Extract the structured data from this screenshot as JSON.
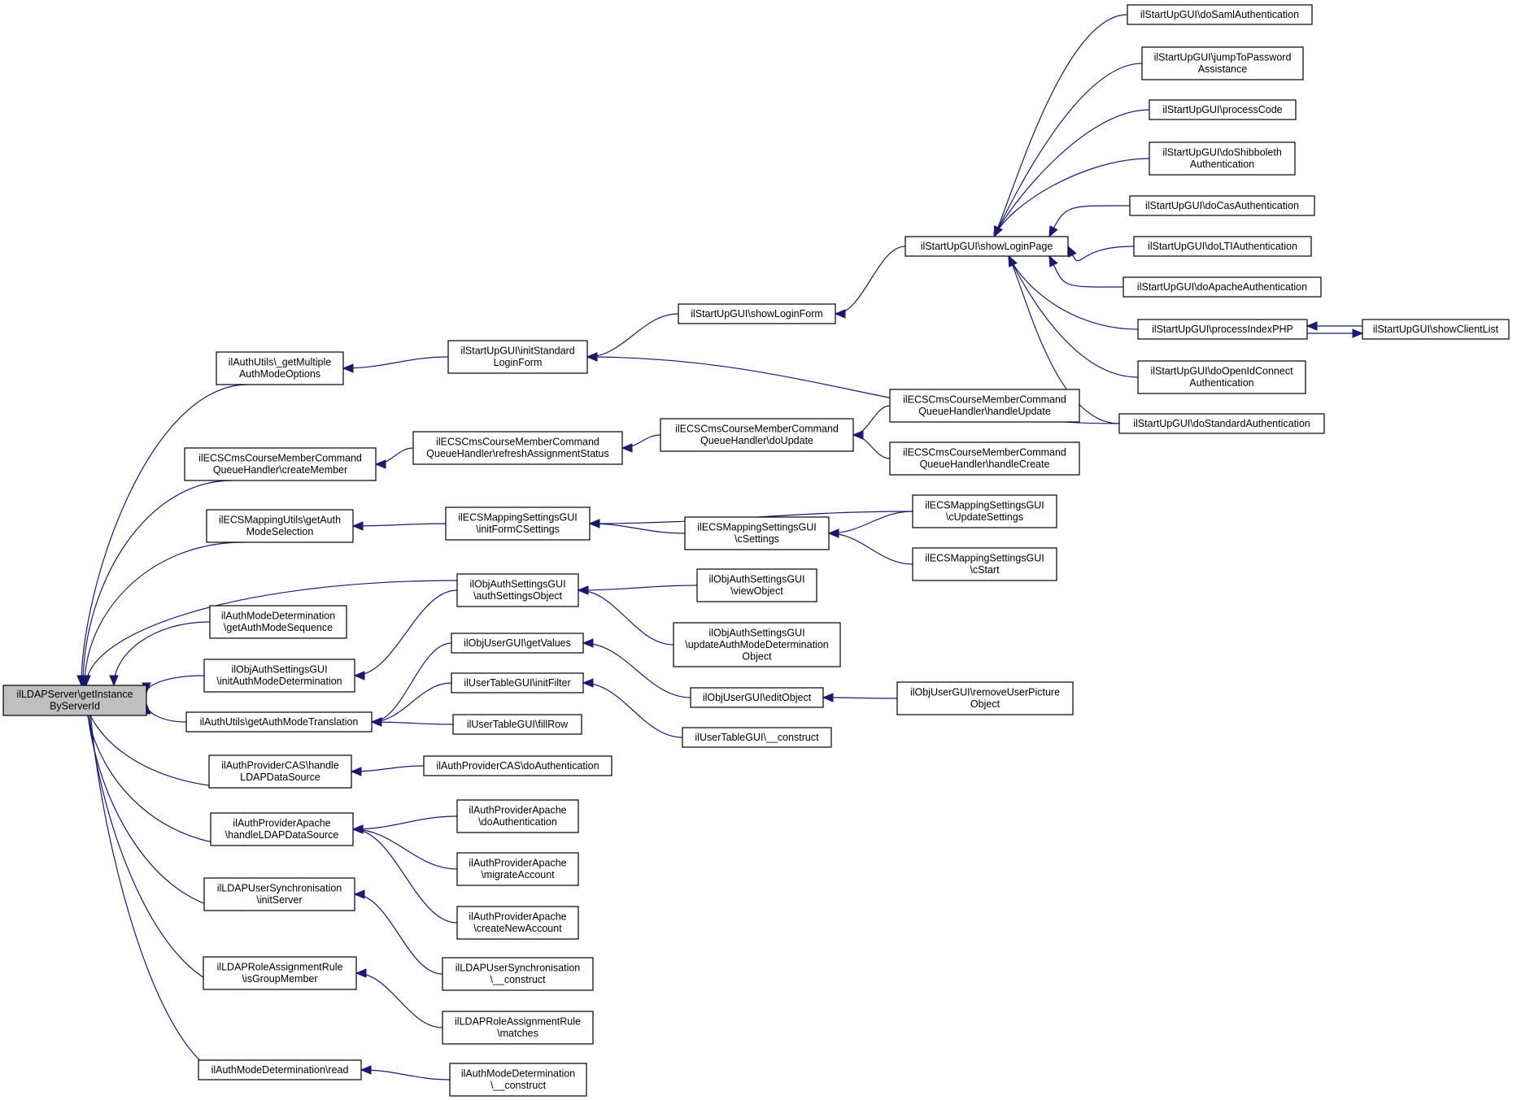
{
  "graph": {
    "nodes": [
      {
        "id": "root",
        "lines": [
          "ilLDAPServer\\getInstance",
          "ByServerId"
        ],
        "root": true
      },
      {
        "id": "a1",
        "lines": [
          "ilAuthUtils\\_getMultiple",
          "AuthModeOptions"
        ]
      },
      {
        "id": "a2",
        "lines": [
          "ilECSCmsCourseMemberCommand",
          "QueueHandler\\createMember"
        ]
      },
      {
        "id": "a3",
        "lines": [
          "ilECSMappingUtils\\getAuth",
          "ModeSelection"
        ]
      },
      {
        "id": "a4",
        "lines": [
          "ilAuthModeDetermination",
          "\\getAuthModeSequence"
        ]
      },
      {
        "id": "a5",
        "lines": [
          "ilObjAuthSettingsGUI",
          "\\initAuthModeDetermination"
        ]
      },
      {
        "id": "a6",
        "lines": [
          "ilAuthUtils\\getAuthModeTranslation"
        ]
      },
      {
        "id": "a7",
        "lines": [
          "ilAuthProviderCAS\\handle",
          "LDAPDataSource"
        ]
      },
      {
        "id": "a8",
        "lines": [
          "ilAuthProviderApache",
          "\\handleLDAPDataSource"
        ]
      },
      {
        "id": "a9",
        "lines": [
          "ilLDAPUserSynchronisation",
          "\\initServer"
        ]
      },
      {
        "id": "a10",
        "lines": [
          "ilLDAPRoleAssignmentRule",
          "\\isGroupMember"
        ]
      },
      {
        "id": "a11",
        "lines": [
          "ilAuthModeDetermination\\read"
        ]
      },
      {
        "id": "b1",
        "lines": [
          "ilStartUpGUI\\initStandard",
          "LoginForm"
        ]
      },
      {
        "id": "b2",
        "lines": [
          "ilECSCmsCourseMemberCommand",
          "QueueHandler\\refreshAssignmentStatus"
        ]
      },
      {
        "id": "b3",
        "lines": [
          "ilECSMappingSettingsGUI",
          "\\initFormCSettings"
        ]
      },
      {
        "id": "b4",
        "lines": [
          "ilObjAuthSettingsGUI",
          "\\authSettingsObject"
        ]
      },
      {
        "id": "b5",
        "lines": [
          "ilObjUserGUI\\getValues"
        ]
      },
      {
        "id": "b6",
        "lines": [
          "ilUserTableGUI\\initFilter"
        ]
      },
      {
        "id": "b7",
        "lines": [
          "ilUserTableGUI\\fillRow"
        ]
      },
      {
        "id": "b8",
        "lines": [
          "ilAuthProviderCAS\\doAuthentication"
        ]
      },
      {
        "id": "b9",
        "lines": [
          "ilAuthProviderApache",
          "\\doAuthentication"
        ]
      },
      {
        "id": "b10",
        "lines": [
          "ilAuthProviderApache",
          "\\migrateAccount"
        ]
      },
      {
        "id": "b11",
        "lines": [
          "ilAuthProviderApache",
          "\\createNewAccount"
        ]
      },
      {
        "id": "b12",
        "lines": [
          "ilLDAPUserSynchronisation",
          "\\__construct"
        ]
      },
      {
        "id": "b13",
        "lines": [
          "ilLDAPRoleAssignmentRule",
          "\\matches"
        ]
      },
      {
        "id": "b14",
        "lines": [
          "ilAuthModeDetermination",
          "\\__construct"
        ]
      },
      {
        "id": "c1",
        "lines": [
          "ilStartUpGUI\\showLoginForm"
        ]
      },
      {
        "id": "c2",
        "lines": [
          "ilECSCmsCourseMemberCommand",
          "QueueHandler\\doUpdate"
        ]
      },
      {
        "id": "c3",
        "lines": [
          "ilECSMappingSettingsGUI",
          "\\cSettings"
        ]
      },
      {
        "id": "c4",
        "lines": [
          "ilObjAuthSettingsGUI",
          "\\viewObject"
        ]
      },
      {
        "id": "c5",
        "lines": [
          "ilObjAuthSettingsGUI",
          "\\updateAuthModeDetermination",
          "Object"
        ]
      },
      {
        "id": "c6",
        "lines": [
          "ilObjUserGUI\\editObject"
        ]
      },
      {
        "id": "c7",
        "lines": [
          "ilUserTableGUI\\__construct"
        ]
      },
      {
        "id": "d1",
        "lines": [
          "ilStartUpGUI\\showLoginPage"
        ]
      },
      {
        "id": "d2",
        "lines": [
          "ilECSCmsCourseMemberCommand",
          "QueueHandler\\handleUpdate"
        ]
      },
      {
        "id": "d3",
        "lines": [
          "ilECSCmsCourseMemberCommand",
          "QueueHandler\\handleCreate"
        ]
      },
      {
        "id": "d4",
        "lines": [
          "ilECSMappingSettingsGUI",
          "\\cUpdateSettings"
        ]
      },
      {
        "id": "d5",
        "lines": [
          "ilECSMappingSettingsGUI",
          "\\cStart"
        ]
      },
      {
        "id": "d6",
        "lines": [
          "ilObjUserGUI\\removeUserPicture",
          "Object"
        ]
      },
      {
        "id": "e1",
        "lines": [
          "ilStartUpGUI\\doSamlAuthentication"
        ]
      },
      {
        "id": "e2",
        "lines": [
          "ilStartUpGUI\\jumpToPassword",
          "Assistance"
        ]
      },
      {
        "id": "e3",
        "lines": [
          "ilStartUpGUI\\processCode"
        ]
      },
      {
        "id": "e4",
        "lines": [
          "ilStartUpGUI\\doShibboleth",
          "Authentication"
        ]
      },
      {
        "id": "e5",
        "lines": [
          "ilStartUpGUI\\doCasAuthentication"
        ]
      },
      {
        "id": "e6",
        "lines": [
          "ilStartUpGUI\\doLTIAuthentication"
        ]
      },
      {
        "id": "e7",
        "lines": [
          "ilStartUpGUI\\doApacheAuthentication"
        ]
      },
      {
        "id": "e8",
        "lines": [
          "ilStartUpGUI\\processIndexPHP"
        ]
      },
      {
        "id": "e9",
        "lines": [
          "ilStartUpGUI\\doOpenIdConnect",
          "Authentication"
        ]
      },
      {
        "id": "e10",
        "lines": [
          "ilStartUpGUI\\doStandardAuthentication"
        ]
      },
      {
        "id": "f1",
        "lines": [
          "ilStartUpGUI\\showClientList"
        ]
      }
    ],
    "edges": [
      [
        "a1",
        "root"
      ],
      [
        "a2",
        "root"
      ],
      [
        "a3",
        "root"
      ],
      [
        "b4",
        "root"
      ],
      [
        "a4",
        "root"
      ],
      [
        "a5",
        "root"
      ],
      [
        "a6",
        "root"
      ],
      [
        "a7",
        "root"
      ],
      [
        "a8",
        "root"
      ],
      [
        "a9",
        "root"
      ],
      [
        "a10",
        "root"
      ],
      [
        "a11",
        "root"
      ],
      [
        "b1",
        "a1"
      ],
      [
        "b2",
        "a2"
      ],
      [
        "b3",
        "a3"
      ],
      [
        "b4",
        "a5"
      ],
      [
        "b5",
        "a6"
      ],
      [
        "b6",
        "a6"
      ],
      [
        "b7",
        "a6"
      ],
      [
        "b8",
        "a7"
      ],
      [
        "b9",
        "a8"
      ],
      [
        "b10",
        "a8"
      ],
      [
        "b11",
        "a8"
      ],
      [
        "b12",
        "a9"
      ],
      [
        "b13",
        "a10"
      ],
      [
        "b14",
        "a11"
      ],
      [
        "c1",
        "b1"
      ],
      [
        "e10",
        "b1"
      ],
      [
        "c2",
        "b2"
      ],
      [
        "c3",
        "b3"
      ],
      [
        "d4",
        "b3"
      ],
      [
        "c4",
        "b4"
      ],
      [
        "c5",
        "b4"
      ],
      [
        "c6",
        "b5"
      ],
      [
        "c7",
        "b6"
      ],
      [
        "d1",
        "c1"
      ],
      [
        "d2",
        "c2"
      ],
      [
        "d3",
        "c2"
      ],
      [
        "d4",
        "c3"
      ],
      [
        "d5",
        "c3"
      ],
      [
        "d6",
        "c6"
      ],
      [
        "e1",
        "d1"
      ],
      [
        "e2",
        "d1"
      ],
      [
        "e3",
        "d1"
      ],
      [
        "e4",
        "d1"
      ],
      [
        "e5",
        "d1"
      ],
      [
        "e6",
        "d1"
      ],
      [
        "e7",
        "d1"
      ],
      [
        "e8",
        "d1"
      ],
      [
        "e9",
        "d1"
      ],
      [
        "e10",
        "d1"
      ],
      [
        "f1",
        "e8"
      ],
      [
        "e8",
        "f1"
      ]
    ]
  }
}
